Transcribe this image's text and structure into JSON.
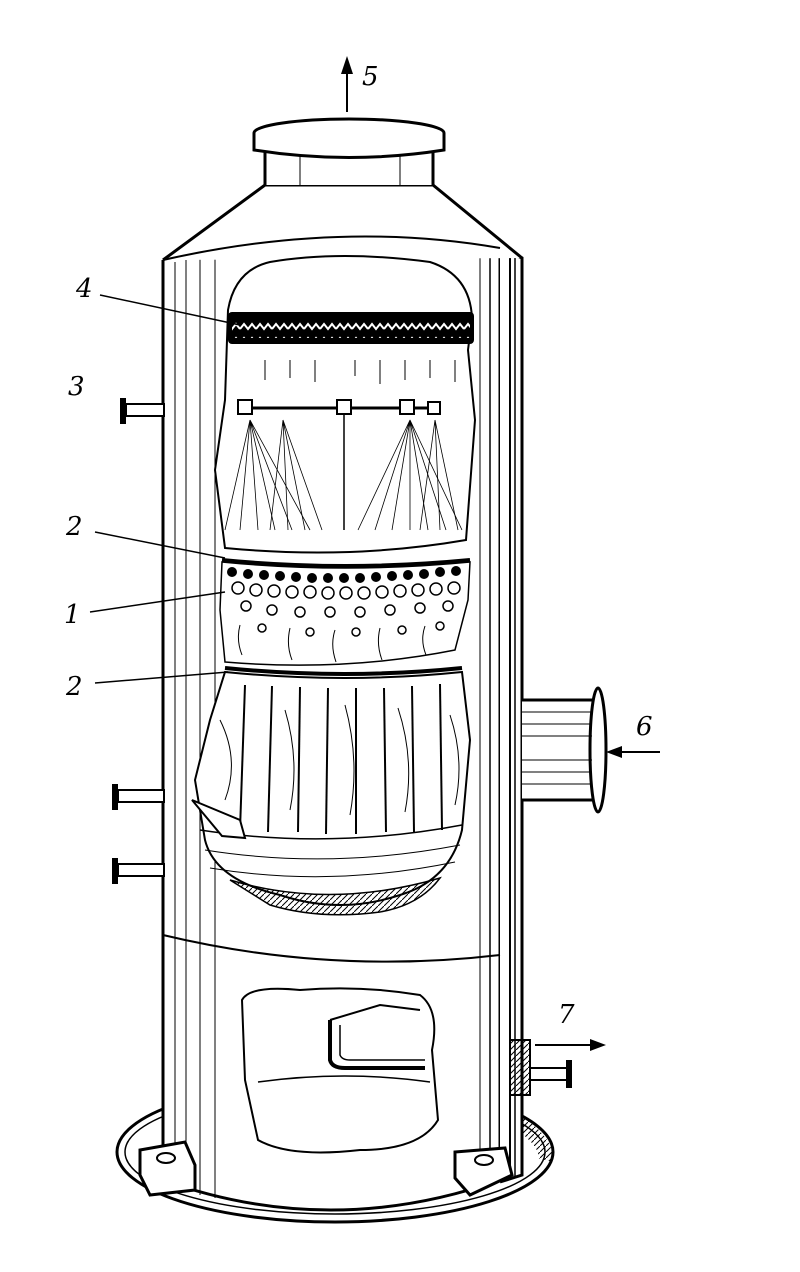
{
  "callouts": {
    "c5": "5",
    "c4": "4",
    "c3": "3",
    "c2_top": "2",
    "c1": "1",
    "c2_bottom": "2",
    "c6": "6",
    "c7": "7"
  },
  "colors": {
    "ink": "#000000",
    "paper": "#ffffff"
  }
}
